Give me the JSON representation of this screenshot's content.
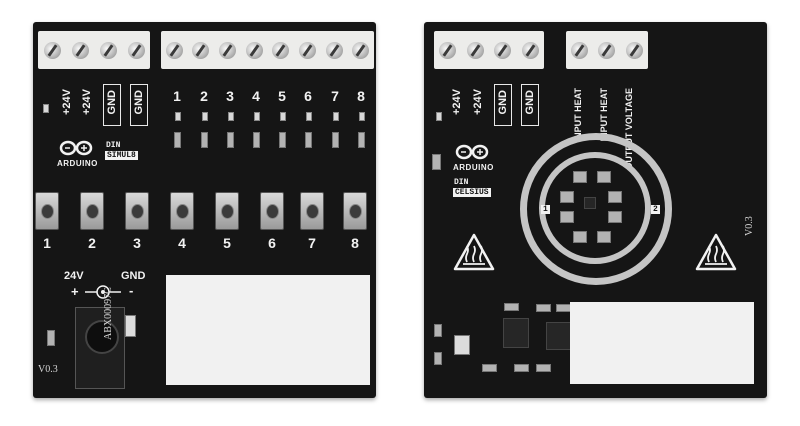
{
  "left_board": {
    "power_labels": [
      "+24V",
      "+24V",
      "GND",
      "GND"
    ],
    "channel_numbers_top": [
      "1",
      "2",
      "3",
      "4",
      "5",
      "6",
      "7",
      "8"
    ],
    "channel_numbers_bottom": [
      "1",
      "2",
      "3",
      "4",
      "5",
      "6",
      "7",
      "8"
    ],
    "brand": "ARDUINO",
    "din_label": "DIN",
    "model_label": "SIMUL8",
    "supply_label_left": "24V",
    "supply_label_right": "GND",
    "plus_sign": "+",
    "minus_sign": "-",
    "part_code": "ABX00097C",
    "version": "V0.3"
  },
  "right_board": {
    "power_labels": [
      "+24V",
      "+24V",
      "GND",
      "GND"
    ],
    "io_labels": [
      "INPUT HEAT",
      "INPUT HEAT",
      "OUTPUT VOLTAGE"
    ],
    "brand": "ARDUINO",
    "din_label": "DIN",
    "model_label": "CELSIUS",
    "sensor_pad_1": "1",
    "sensor_pad_2": "2",
    "version": "V0.3"
  },
  "colors": {
    "pcb": "#151515",
    "silkscreen": "#f2f2f2",
    "terminal": "#ececea"
  },
  "icons": [
    "hot-surface-warning-icon",
    "infinity-logo-icon"
  ]
}
